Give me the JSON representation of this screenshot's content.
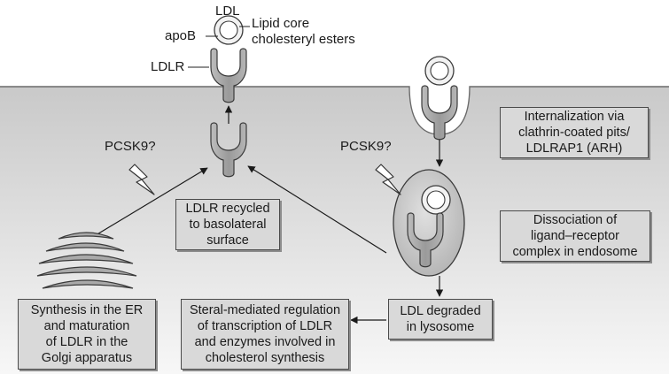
{
  "labels": {
    "ldl": "LDL",
    "apob": "apoB",
    "lipid_core": "Lipid core\ncholesteryl esters",
    "ldlr": "LDLR",
    "pcsk9_left": "PCSK9?",
    "pcsk9_right": "PCSK9?"
  },
  "boxes": {
    "internalization": "Internalization via\nclathrin-coated pits/\nLDLRAP1 (ARH)",
    "recycled": "LDLR recycled\nto basolateral\nsurface",
    "dissociation": "Dissociation of\nligand–receptor\ncomplex in endosome",
    "synthesis": "Synthesis in the ER\nand maturation\nof LDLR in the\nGolgi apparatus",
    "regulation": "Steral-mediated regulation\nof transcription of LDLR\nand enzymes involved in\ncholesterol synthesis",
    "degraded": "LDL degraded\nin lysosome"
  },
  "colors": {
    "cell_top": "#cfcfcf",
    "cell_bottom": "#f5f5f5",
    "receptor": "#a8a8a8",
    "box_fill": "#d9d9d9",
    "outline": "#333333"
  }
}
